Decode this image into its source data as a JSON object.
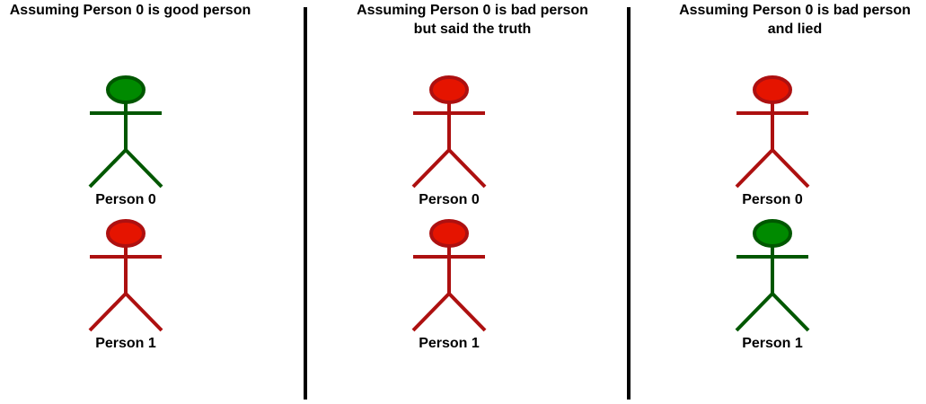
{
  "colors": {
    "good_stroke": "#005700",
    "good_fill": "#008A00",
    "bad_stroke": "#AD1010",
    "bad_fill": "#E51400",
    "divider": "#000000"
  },
  "panels": [
    {
      "title": "Assuming Person 0 is good person",
      "people": [
        {
          "label": "Person 0",
          "status": "good"
        },
        {
          "label": "Person 1",
          "status": "bad"
        }
      ]
    },
    {
      "title": "Assuming Person 0 is bad person but said the truth",
      "people": [
        {
          "label": "Person 0",
          "status": "bad"
        },
        {
          "label": "Person 1",
          "status": "bad"
        }
      ]
    },
    {
      "title": "Assuming Person 0 is bad person and lied",
      "people": [
        {
          "label": "Person 0",
          "status": "bad"
        },
        {
          "label": "Person 1",
          "status": "good"
        }
      ]
    }
  ]
}
